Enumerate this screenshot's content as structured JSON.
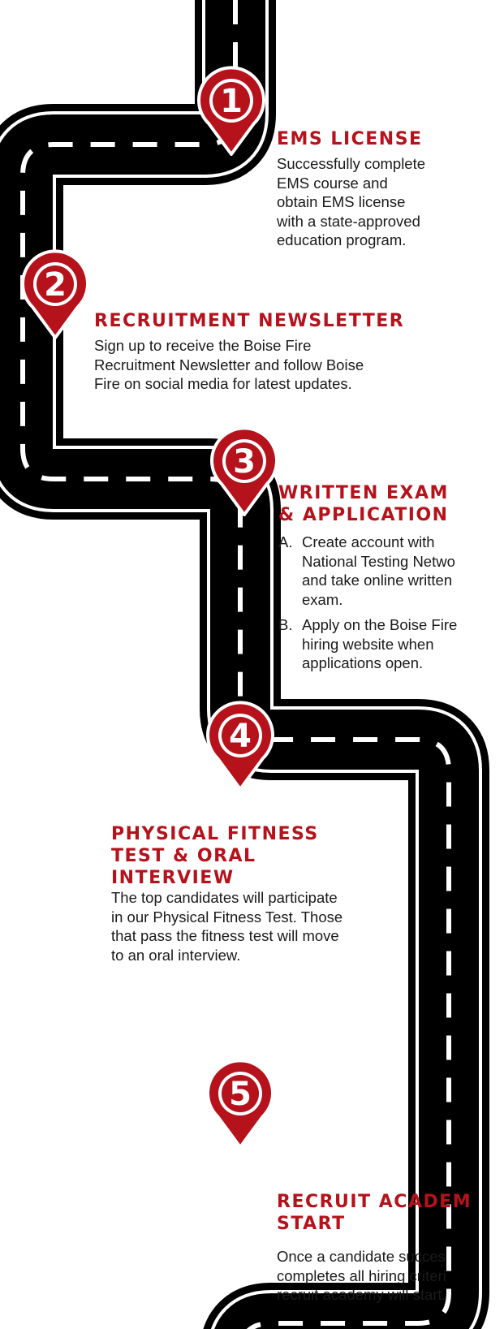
{
  "colors": {
    "accent": "#b5121b",
    "road": "#000000",
    "text": "#1a1a1a"
  },
  "steps": [
    {
      "number": "1",
      "title": "EMS LICENSE",
      "text": "Successfully complete\nEMS course and\nobtain EMS license\nwith a state-approved\neducation program."
    },
    {
      "number": "2",
      "title": "RECRUITMENT NEWSLETTER",
      "text": "Sign up to receive the Boise Fire\nRecruitment Newsletter and follow Boise\nFire on social media for latest updates."
    },
    {
      "number": "3",
      "title": "WRITTEN EXAM\n& APPLICATION",
      "items": [
        {
          "letter": "A.",
          "text": "Create account with\nNational Testing Netwo\nand take online written\nexam."
        },
        {
          "letter": "B.",
          "text": "Apply on the Boise Fire\nhiring website when\napplications open."
        }
      ]
    },
    {
      "number": "4",
      "title": "PHYSICAL FITNESS\nTEST & ORAL\nINTERVIEW",
      "text": "The top candidates will participate\nin our Physical Fitness Test. Those\nthat pass the fitness test will move\nto an oral interview."
    },
    {
      "number": "5",
      "title": "RECRUIT ACADEM\nSTART",
      "text": "Once a candidate succes\ncompletes all hiring criteri\nrecruit academy will start."
    }
  ]
}
